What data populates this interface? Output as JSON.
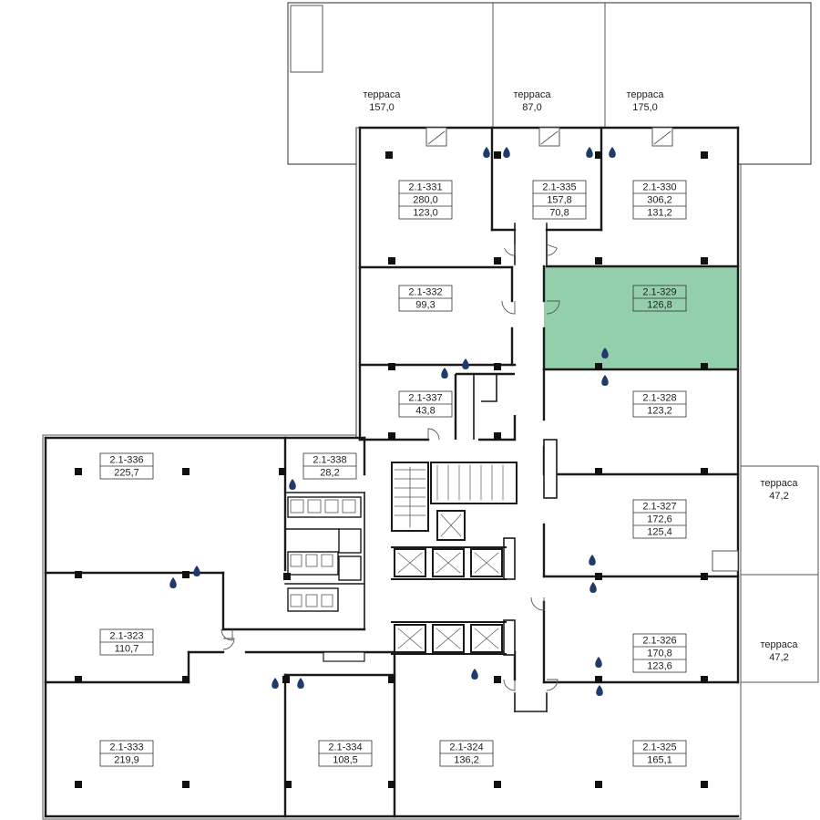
{
  "plan": {
    "highlight_color": "#93cfab",
    "wall_color": "#1a1a1a",
    "thin_line_color": "#555555",
    "drop_color": "#1f3a6b",
    "selected_unit": "2.1-329",
    "terraces": [
      {
        "id": "t-top-1",
        "label": "терраса",
        "area": "157,0"
      },
      {
        "id": "t-top-2",
        "label": "терраса",
        "area": "87,0"
      },
      {
        "id": "t-top-3",
        "label": "терраса",
        "area": "175,0"
      },
      {
        "id": "t-right-1",
        "label": "терраса",
        "area": "47,2"
      },
      {
        "id": "t-right-2",
        "label": "терраса",
        "area": "47,2"
      }
    ],
    "units": [
      {
        "id": "2.1-331",
        "lines": [
          "2.1-331",
          "280,0",
          "123,0"
        ]
      },
      {
        "id": "2.1-335",
        "lines": [
          "2.1-335",
          "157,8",
          "70,8"
        ]
      },
      {
        "id": "2.1-330",
        "lines": [
          "2.1-330",
          "306,2",
          "131,2"
        ]
      },
      {
        "id": "2.1-332",
        "lines": [
          "2.1-332",
          "99,3"
        ]
      },
      {
        "id": "2.1-329",
        "lines": [
          "2.1-329",
          "126,8"
        ]
      },
      {
        "id": "2.1-337",
        "lines": [
          "2.1-337",
          "43,8"
        ]
      },
      {
        "id": "2.1-328",
        "lines": [
          "2.1-328",
          "123,2"
        ]
      },
      {
        "id": "2.1-336",
        "lines": [
          "2.1-336",
          "225,7"
        ]
      },
      {
        "id": "2.1-338",
        "lines": [
          "2.1-338",
          "28,2"
        ]
      },
      {
        "id": "2.1-327",
        "lines": [
          "2.1-327",
          "172,6",
          "125,4"
        ]
      },
      {
        "id": "2.1-323",
        "lines": [
          "2.1-323",
          "110,7"
        ]
      },
      {
        "id": "2.1-326",
        "lines": [
          "2.1-326",
          "170,8",
          "123,6"
        ]
      },
      {
        "id": "2.1-333",
        "lines": [
          "2.1-333",
          "219,9"
        ]
      },
      {
        "id": "2.1-334",
        "lines": [
          "2.1-334",
          "108,5"
        ]
      },
      {
        "id": "2.1-324",
        "lines": [
          "2.1-324",
          "136,2"
        ]
      },
      {
        "id": "2.1-325",
        "lines": [
          "2.1-325",
          "165,1"
        ]
      }
    ]
  }
}
